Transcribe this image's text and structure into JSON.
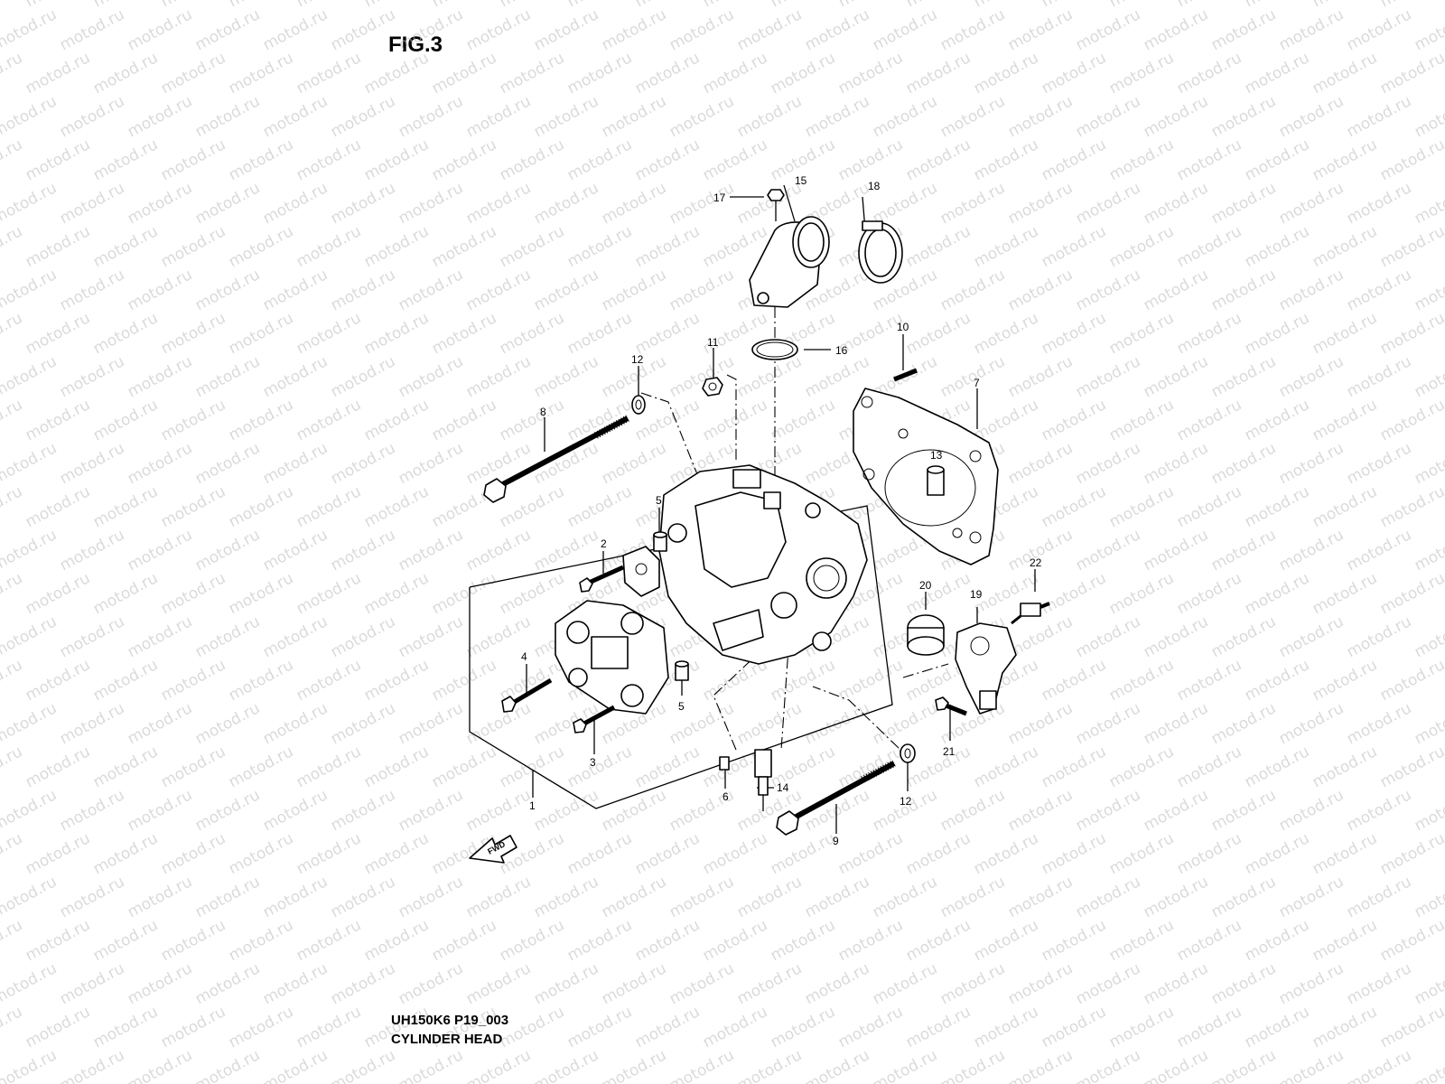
{
  "figure_label": "FIG.3",
  "drawing_code": "UH150K6 P19_003",
  "diagram_title": "CYLINDER HEAD",
  "watermark_text": "motod.ru",
  "fwd_label": "FWD",
  "part_numbers": [
    "1",
    "2",
    "3",
    "4",
    "5",
    "5",
    "6",
    "7",
    "8",
    "9",
    "10",
    "11",
    "12",
    "12",
    "13",
    "14",
    "15",
    "16",
    "17",
    "18",
    "19",
    "20",
    "21",
    "22"
  ],
  "colors": {
    "ink": "#000000",
    "watermark": "#bdbdbd",
    "background": "#ffffff"
  }
}
